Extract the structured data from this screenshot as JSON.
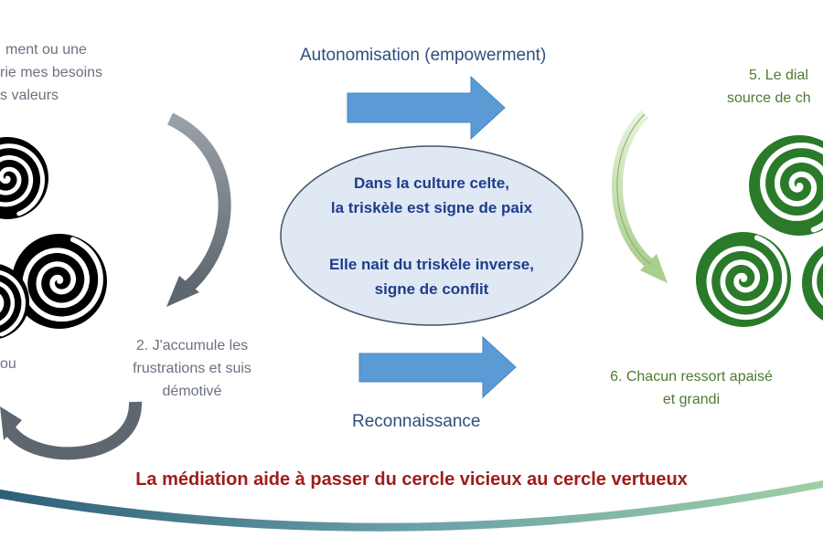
{
  "left_cycle": {
    "step1_lines": [
      "ment ou une",
      "rie mes besoins",
      "s valeurs"
    ],
    "step2_lines": [
      "2. J'accumule les",
      "frustrations et suis",
      "démotivé"
    ],
    "step3_fragment": "ou"
  },
  "right_cycle": {
    "step5_lines": [
      "5. Le dial",
      "source de ch"
    ],
    "step6_lines": [
      "6. Chacun ressort apaisé",
      "et grandi"
    ]
  },
  "arrows": {
    "top_label": "Autonomisation (empowerment)",
    "bottom_label": "Reconnaissance"
  },
  "center": {
    "line1": "Dans la culture celte,",
    "line2": "la triskèle est signe de paix",
    "line3": "Elle nait du triskèle inverse,",
    "line4": "signe de conflit"
  },
  "caption": "La médiation aide à passer du cercle vicieux au cercle vertueux",
  "colors": {
    "vicious_spiral": "#000000",
    "virtuous_spiral": "#2a7a2a",
    "arrow_blue": "#5b9bd5",
    "ellipse_fill": "#dfe8f3",
    "ellipse_stroke": "#44546a",
    "caption": "#a01c1c"
  }
}
